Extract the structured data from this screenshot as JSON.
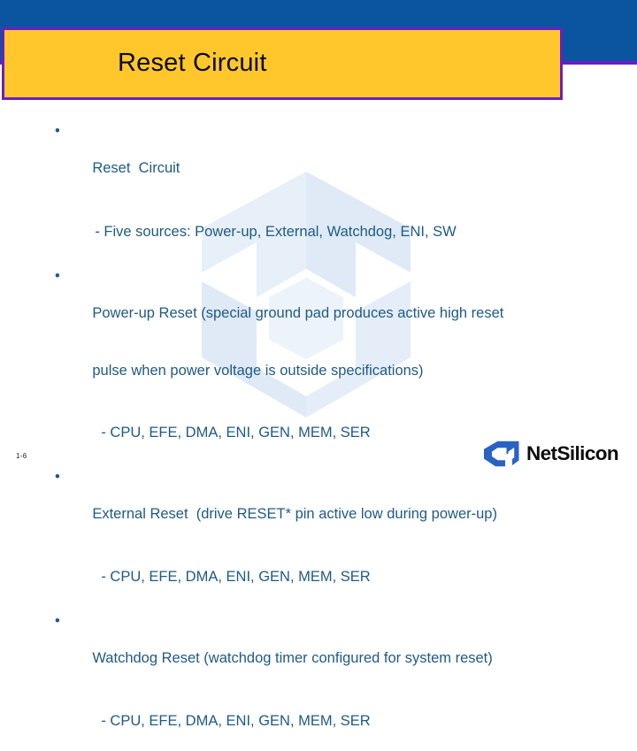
{
  "slide": {
    "title": "Reset Circuit",
    "page_number": "1-6"
  },
  "theme": {
    "band_blue": "#0b54a0",
    "border_purple": "#6a1fc4",
    "title_box_yellow": "#ffc72c",
    "title_text_color": "#0a0a0a",
    "body_text_color": "#1f5a85",
    "watermark_blue": "#dce9f5",
    "logo_blue": "#2a62c4",
    "logo_word_color": "#0d0d0d"
  },
  "body": {
    "bullet_glyph": "•",
    "dash_glyph": "-",
    "lines": [
      {
        "level": 1,
        "text": "Reset  Circuit"
      },
      {
        "level": 2,
        "text": "- Five sources: Power-up, External, Watchdog, ENI, SW"
      },
      {
        "level": 1,
        "text": "Power-up Reset (special ground pad produces active high reset"
      },
      {
        "level": 0,
        "text": "pulse when power voltage is outside specifications)"
      },
      {
        "level": 2,
        "text": "- CPU, EFE, DMA, ENI, GEN, MEM, SER"
      },
      {
        "level": 1,
        "text": "External Reset  (drive RESET* pin active low during power-up)"
      },
      {
        "level": 2,
        "text": "- CPU, EFE, DMA, ENI, GEN, MEM, SER"
      },
      {
        "level": 1,
        "text": "Watchdog Reset (watchdog timer configured for system reset)"
      },
      {
        "level": 2,
        "text": "- CPU, EFE, DMA, ENI, GEN, MEM, SER"
      }
    ]
  },
  "logo": {
    "wordmark": "NetSilicon",
    "mark_name": "netsilicon-mark-icon"
  }
}
